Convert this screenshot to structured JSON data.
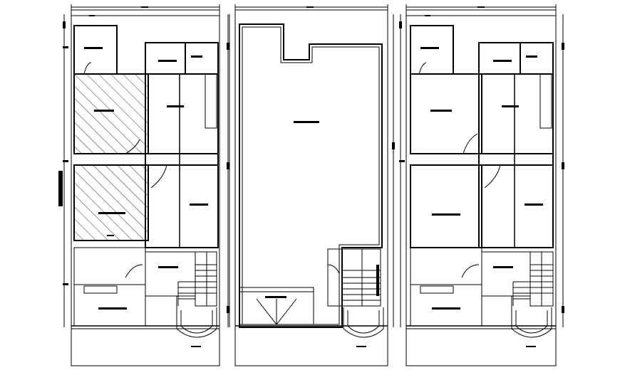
{
  "drawing": {
    "title": "",
    "background": "#ffffff",
    "line_color": "#000000",
    "plans": [
      {
        "id": "ground-floor",
        "label_visible": false
      },
      {
        "id": "terrace-floor",
        "label_visible": false
      },
      {
        "id": "typical-floor",
        "label_visible": false
      }
    ],
    "room_labels_legible": false
  }
}
